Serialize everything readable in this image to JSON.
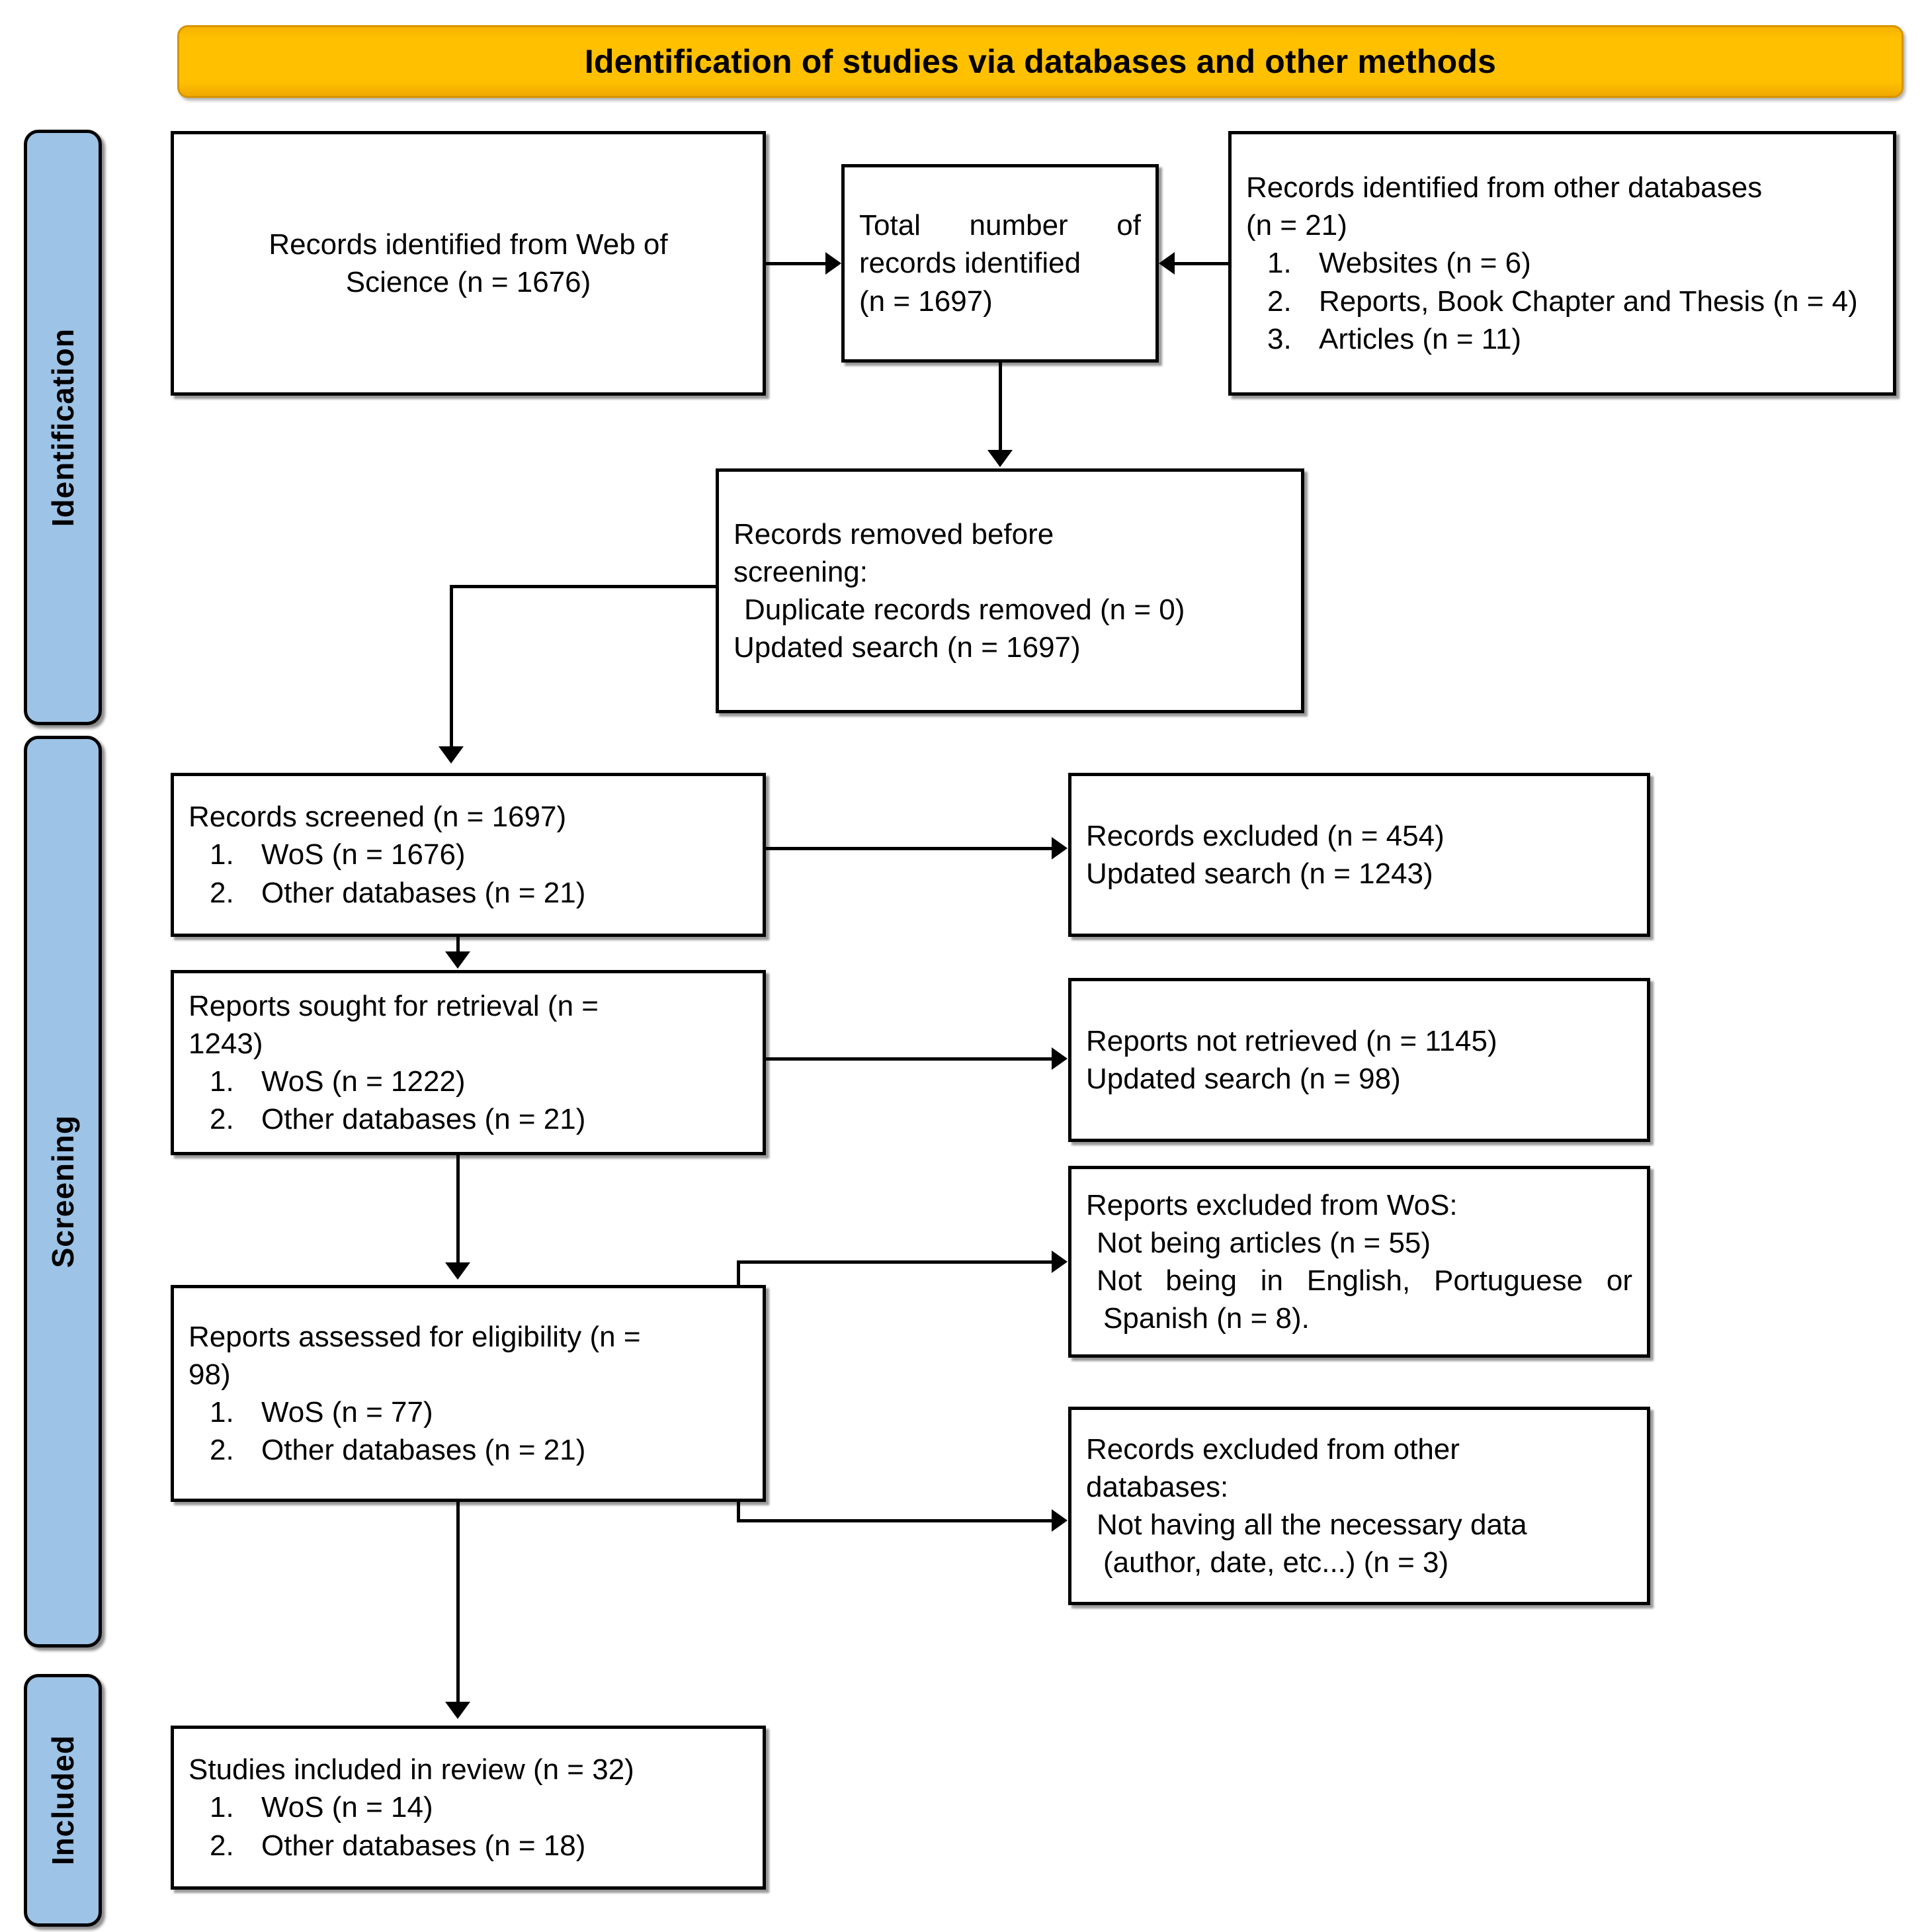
{
  "banner": {
    "title": "Identification of studies via databases and other methods",
    "color": "#FFC000"
  },
  "stages": {
    "color": "#9DC3E6",
    "identification": "Identification",
    "screening": "Screening",
    "included": "Included"
  },
  "boxes": {
    "wos": {
      "line1": "Records identified from Web of",
      "line2": "Science (n = 1676)"
    },
    "total": {
      "line1": "Total number of records identified",
      "line2": "(n = 1697)"
    },
    "other": {
      "line1": "Records identified from other databases",
      "line2": "(n = 21)",
      "items": [
        "Websites (n = 6)",
        "Reports, Book Chapter and Thesis (n = 4)",
        "Articles (n = 11)"
      ]
    },
    "removed": {
      "line1": "Records removed before",
      "line2": "screening:",
      "line3": "Duplicate records removed (n = 0)",
      "line4": "Updated search (n = 1697)"
    },
    "screened": {
      "line1": "Records screened (n = 1697)",
      "items": [
        "WoS (n = 1676)",
        "Other databases (n = 21)"
      ]
    },
    "excluded": {
      "line1": "Records excluded (n = 454)",
      "line2": "Updated search (n = 1243)"
    },
    "sought": {
      "line1": "Reports sought for retrieval (n =",
      "line2": "1243)",
      "items": [
        "WoS (n = 1222)",
        "Other databases (n = 21)"
      ]
    },
    "notretrieved": {
      "line1": "Reports not retrieved (n = 1145)",
      "line2": "Updated search (n = 98)"
    },
    "eligible": {
      "line1": "Reports assessed for eligibility (n =",
      "line2": "98)",
      "items": [
        "WoS (n = 77)",
        "Other databases (n = 21)"
      ]
    },
    "excludedwos": {
      "line1": "Reports excluded from WoS:",
      "line2": "Not being articles (n = 55)",
      "line3": "Not being in English, Portuguese or Spanish (n = 8)."
    },
    "excludedother": {
      "line1": "Records excluded from other",
      "line2": "databases:",
      "line3": "Not having all the necessary data (author, date, etc...) (n = 3)"
    },
    "included": {
      "line1": "Studies included in review (n = 32)",
      "items": [
        "WoS (n = 14)",
        "Other databases (n = 18)"
      ]
    }
  }
}
